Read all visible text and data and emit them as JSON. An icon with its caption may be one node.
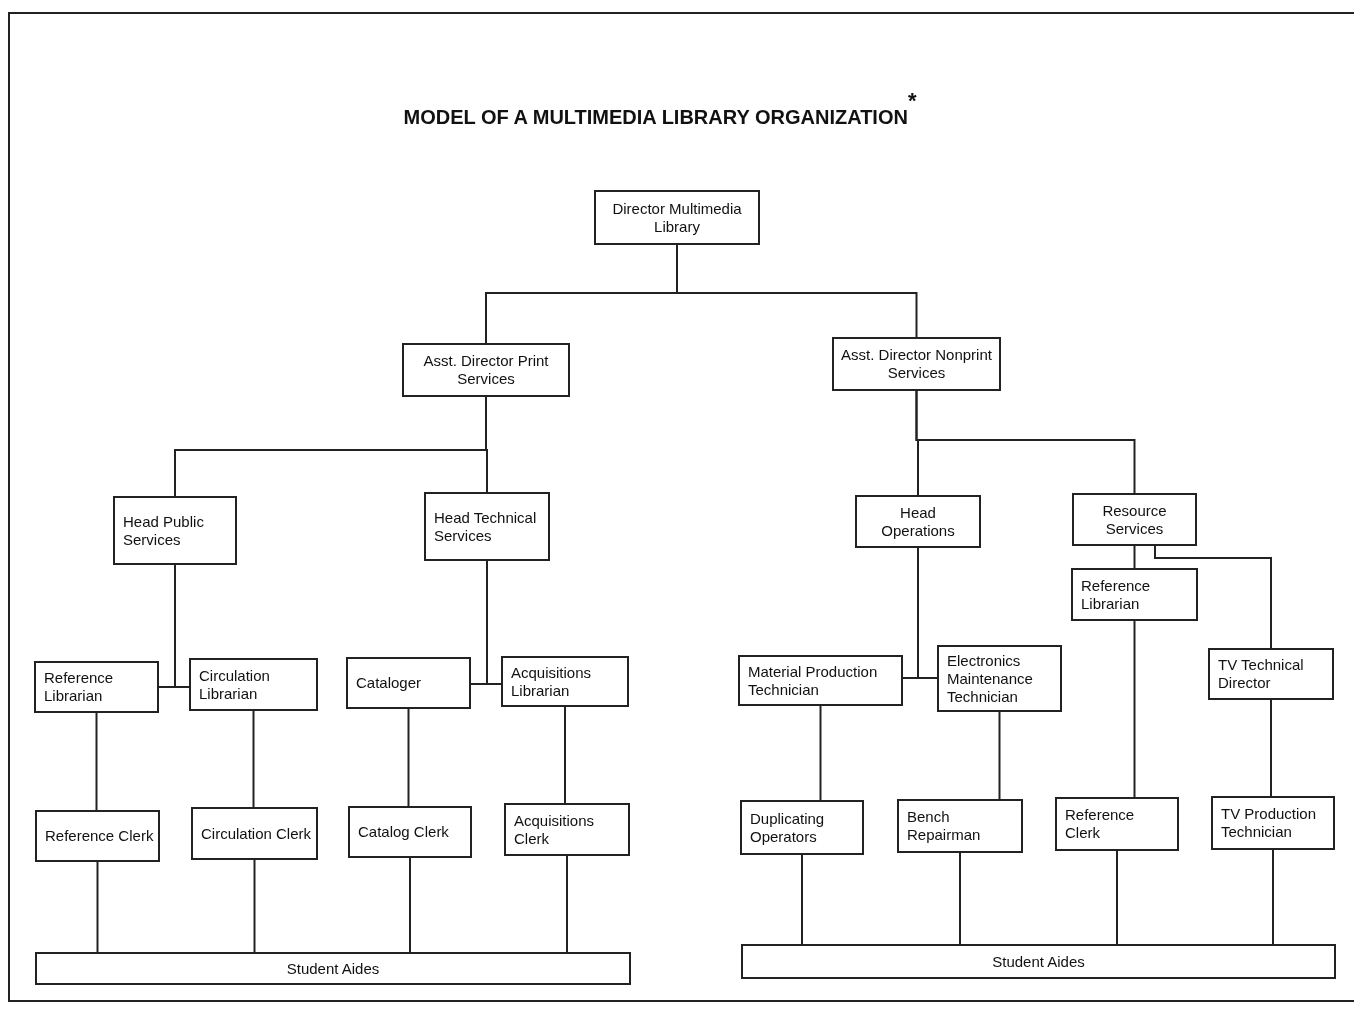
{
  "diagram": {
    "title": "MODEL OF A MULTIMEDIA LIBRARY ORGANIZATION$^{*}$",
    "nodes": [
      {
        "text": [
          "Director Multimedia Library"
        ]
      },
      {
        "text": [
          "Asst. Director Print Services"
        ]
      },
      {
        "text": [
          "Asst. Director Nonprint Services"
        ]
      },
      {
        "text": [
          "Head Public Services"
        ]
      },
      {
        "text": [
          "Head Technical Services"
        ]
      },
      {
        "text": [
          "Head Operations"
        ]
      },
      {
        "text": [
          "Resource Services"
        ]
      },
      {
        "text": [
          "Reference Librarian"
        ]
      },
      {
        "text": [
          "Circulation Librarian"
        ]
      },
      {
        "text": [
          "Cataloger"
        ]
      },
      {
        "text": [
          "Acquisitions Librarian"
        ]
      },
      {
        "text": [
          "Material Production Technician"
        ]
      },
      {
        "text": [
          "Electronics Maintenance Technician"
        ]
      },
      {
        "text": [
          "Reference Librarian"
        ]
      },
      {
        "text": [
          "TV Technical Director"
        ]
      },
      {
        "text": [
          "Reference Clerk"
        ]
      },
      {
        "text": [
          "Circulation Clerk"
        ]
      },
      {
        "text": [
          "Catalog Clerk"
        ]
      },
      {
        "text": [
          "Acquisitions Clerk"
        ]
      },
      {
        "text": [
          "Duplicating Operators"
        ]
      },
      {
        "text": [
          "Bench Repairman"
        ]
      },
      {
        "text": [
          "Reference Clerk"
        ]
      },
      {
        "text": [
          "TV Production Technician"
        ]
      },
      {
        "text": [
          "Student Aides"
        ]
      },
      {
        "text": [
          "Student Aides"
        ]
      }
    ],
    "edges": [
      {
        "from": 0,
        "to": 1,
        "arrow": "none"
      },
      {
        "from": 0,
        "to": 2,
        "arrow": "none"
      },
      {
        "from": 1,
        "to": 3,
        "arrow": "none"
      },
      {
        "from": 1,
        "to": 4,
        "arrow": "none"
      },
      {
        "from": 2,
        "to": 5,
        "arrow": "none"
      },
      {
        "from": 2,
        "to": 6,
        "arrow": "none"
      },
      {
        "from": 3,
        "to": 7,
        "arrow": "none"
      },
      {
        "from": 3,
        "to": 8,
        "arrow": "none"
      },
      {
        "from": 4,
        "to": 9,
        "arrow": "none"
      },
      {
        "from": 4,
        "to": 10,
        "arrow": "none"
      },
      {
        "from": 5,
        "to": 11,
        "arrow": "none"
      },
      {
        "from": 5,
        "to": 12,
        "arrow": "none"
      },
      {
        "from": 6,
        "to": 13,
        "arrow": "none"
      },
      {
        "from": 6,
        "to": 14,
        "arrow": "none"
      },
      {
        "from": 7,
        "to": 15,
        "arrow": "none"
      },
      {
        "from": 8,
        "to": 16,
        "arrow": "none"
      },
      {
        "from": 9,
        "to": 17,
        "arrow": "none"
      },
      {
        "from": 10,
        "to": 18,
        "arrow": "none"
      },
      {
        "from": 11,
        "to": 19,
        "arrow": "none"
      },
      {
        "from": 12,
        "to": 20,
        "arrow": "none"
      },
      {
        "from": 13,
        "to": 21,
        "arrow": "none"
      },
      {
        "from": 14,
        "to": 22,
        "arrow": "none"
      },
      {
        "from": 15,
        "to": 23,
        "arrow": "none"
      },
      {
        "from": 16,
        "to": 23,
        "arrow": "none"
      },
      {
        "from": 17,
        "to": 23,
        "arrow": "none"
      },
      {
        "from": 18,
        "to": 23,
        "arrow": "none"
      },
      {
        "from": 19,
        "to": 24,
        "arrow": "none"
      },
      {
        "from": 20,
        "to": 24,
        "arrow": "none"
      },
      {
        "from": 21,
        "to": 24,
        "arrow": "none"
      },
      {
        "from": 22,
        "to": 24,
        "arrow": "none"
      }
    ]
  }
}
